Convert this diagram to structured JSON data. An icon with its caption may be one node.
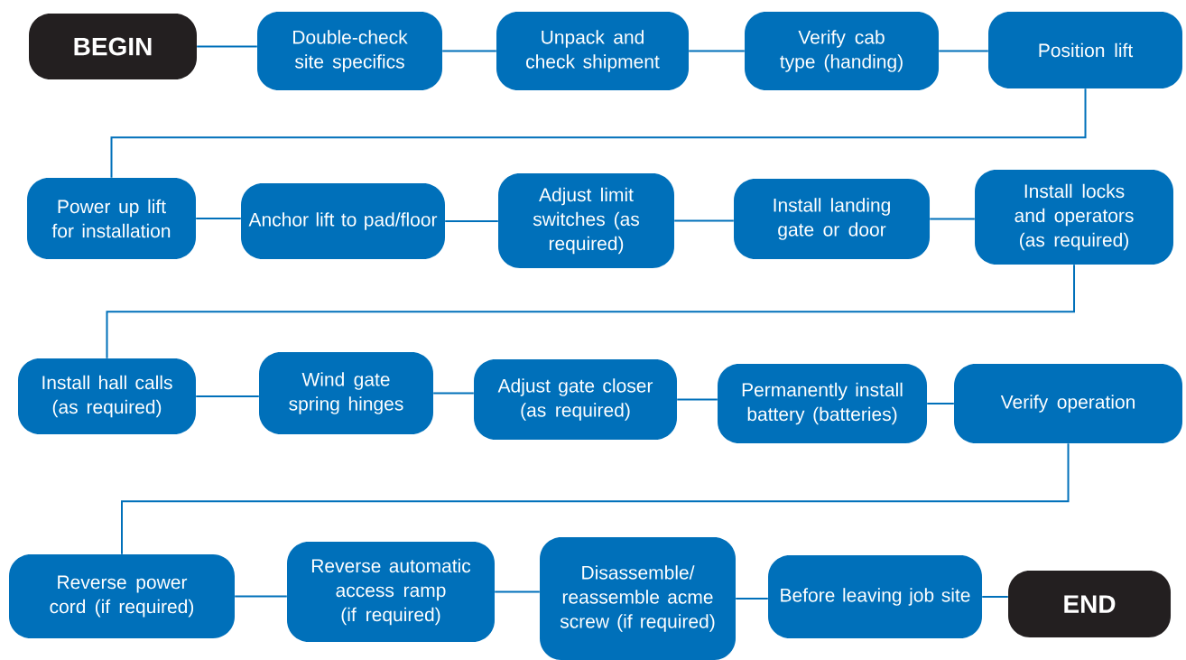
{
  "diagram": {
    "nodes": [
      {
        "text": [
          "BEGIN"
        ]
      },
      {
        "text": [
          "Double-check site specifics"
        ]
      },
      {
        "text": [
          "Unpack and check shipment"
        ]
      },
      {
        "text": [
          "Verify cab type (handing)"
        ]
      },
      {
        "text": [
          "Position lift"
        ]
      },
      {
        "text": [
          "Power up lift for installation"
        ]
      },
      {
        "text": [
          "Anchor lift to pad/floor"
        ]
      },
      {
        "text": [
          "Adjust limit switches (as required)"
        ]
      },
      {
        "text": [
          "Install landing gate or door"
        ]
      },
      {
        "text": [
          "Install locks and operators (as required)"
        ]
      },
      {
        "text": [
          "Install hall calls (as required)"
        ]
      },
      {
        "text": [
          "Wind gate spring hinges"
        ]
      },
      {
        "text": [
          "Adjust gate closer (as required)"
        ]
      },
      {
        "text": [
          "Permanently install battery (batteries)"
        ]
      },
      {
        "text": [
          "Verify operation"
        ]
      },
      {
        "text": [
          "Reverse power cord (if required)"
        ]
      },
      {
        "text": [
          "Reverse automatic access ramp (if required)"
        ]
      },
      {
        "text": [
          "Disassemble/ reassemble acme screw (if required)"
        ]
      },
      {
        "text": [
          "Before leaving job site"
        ]
      },
      {
        "text": [
          "END"
        ]
      }
    ],
    "edges": [
      {
        "from": 0,
        "to": 1,
        "arrow": "none"
      },
      {
        "from": 1,
        "to": 2,
        "arrow": "none"
      },
      {
        "from": 2,
        "to": 3,
        "arrow": "none"
      },
      {
        "from": 3,
        "to": 4,
        "arrow": "none"
      },
      {
        "from": 4,
        "to": 5,
        "arrow": "none"
      },
      {
        "from": 5,
        "to": 6,
        "arrow": "none"
      },
      {
        "from": 6,
        "to": 7,
        "arrow": "none"
      },
      {
        "from": 7,
        "to": 8,
        "arrow": "none"
      },
      {
        "from": 8,
        "to": 9,
        "arrow": "none"
      },
      {
        "from": 9,
        "to": 10,
        "arrow": "none"
      },
      {
        "from": 10,
        "to": 11,
        "arrow": "none"
      },
      {
        "from": 11,
        "to": 12,
        "arrow": "none"
      },
      {
        "from": 12,
        "to": 13,
        "arrow": "none"
      },
      {
        "from": 13,
        "to": 14,
        "arrow": "none"
      },
      {
        "from": 14,
        "to": 15,
        "arrow": "none"
      },
      {
        "from": 15,
        "to": 16,
        "arrow": "none"
      },
      {
        "from": 16,
        "to": 17,
        "arrow": "none"
      },
      {
        "from": 17,
        "to": 18,
        "arrow": "none"
      },
      {
        "from": 18,
        "to": 19,
        "arrow": "none"
      }
    ]
  }
}
